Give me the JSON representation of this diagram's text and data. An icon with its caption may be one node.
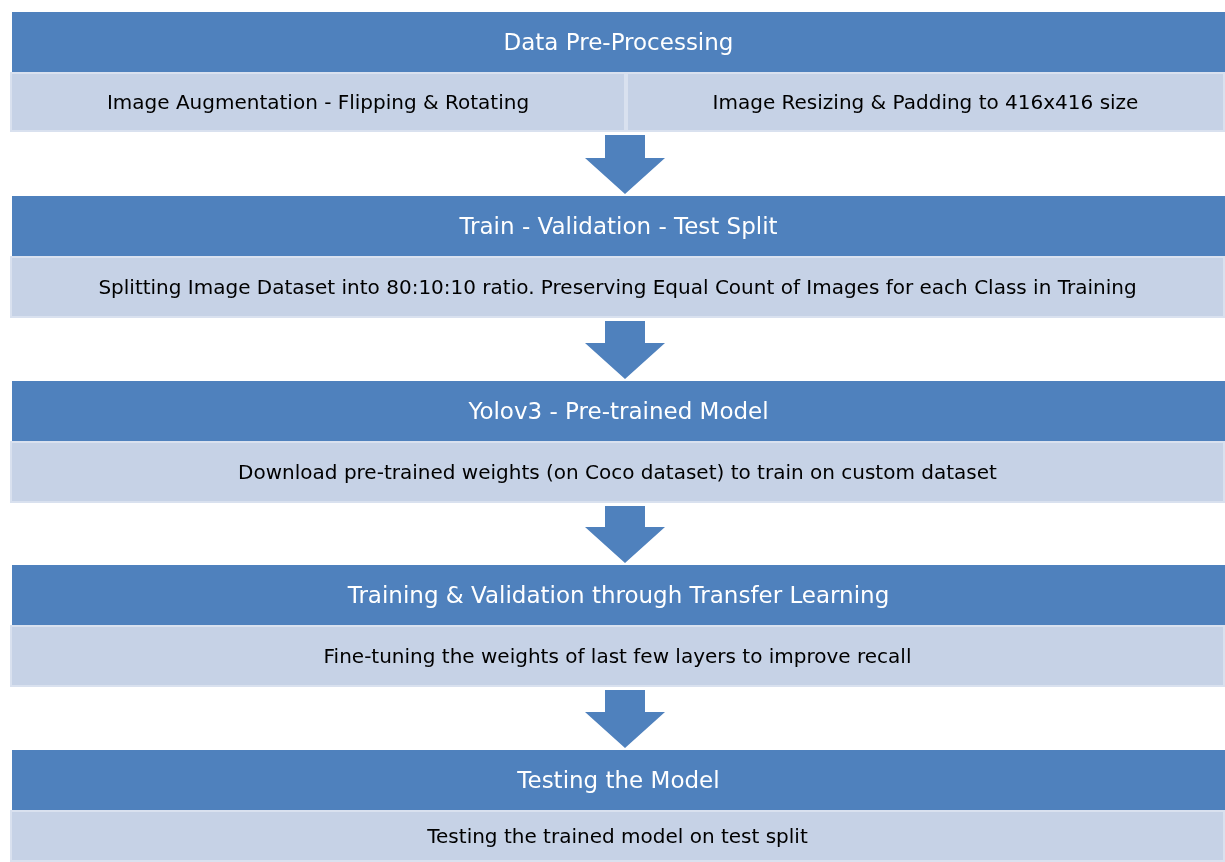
{
  "diagram": {
    "nodes": [
      {
        "text": [
          "Data Pre-Processing"
        ]
      },
      {
        "text": [
          "Image Augmentation - Flipping & Rotating"
        ]
      },
      {
        "text": [
          "Image Resizing & Padding to 416x416 size"
        ]
      },
      {
        "text": [
          "Train - Validation - Test Split"
        ]
      },
      {
        "text": [
          "Splitting Image Dataset into 80:10:10 ratio. Preserving Equal Count of Images for each Class in Training"
        ]
      },
      {
        "text": [
          "Yolov3 - Pre-trained Model"
        ]
      },
      {
        "text": [
          "Download pre-trained weights (on Coco dataset) to train on custom dataset"
        ]
      },
      {
        "text": [
          "Training & Validation through Transfer Learning"
        ]
      },
      {
        "text": [
          "Fine-tuning the weights of last few layers to improve recall"
        ]
      },
      {
        "text": [
          "Testing the Model"
        ]
      },
      {
        "text": [
          "Testing the trained model on test split"
        ]
      }
    ],
    "edges": [
      {
        "from": 1,
        "to": 3,
        "arrow": "to"
      },
      {
        "from": 4,
        "to": 5,
        "arrow": "to"
      },
      {
        "from": 6,
        "to": 7,
        "arrow": "to"
      },
      {
        "from": 8,
        "to": 9,
        "arrow": "to"
      }
    ]
  }
}
